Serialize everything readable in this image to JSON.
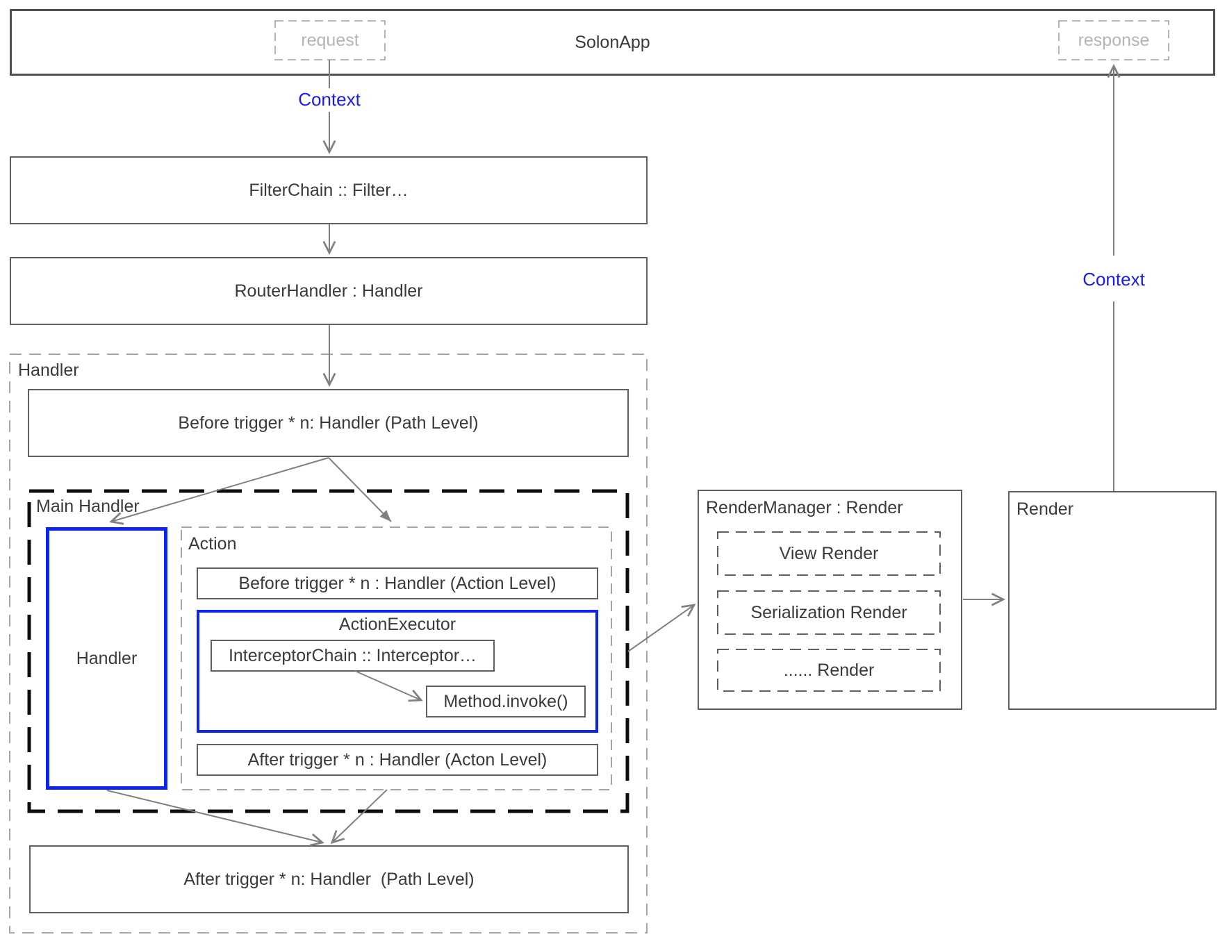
{
  "colors": {
    "bg": "#ffffff",
    "text": "#3a3a3a",
    "muted_text": "#b5b5b5",
    "box_border": "#5f5f5f",
    "bar_border": "#4f4f4f",
    "dash_gray": "#a6a6a6",
    "near_black": "#0d0d0d",
    "blue": "#0b24f0",
    "context_blue": "#1a1af0",
    "arrow_gray": "#808080"
  },
  "top_bar": {
    "title": "SolonApp",
    "request": "request",
    "response": "response"
  },
  "flow": {
    "context_in": "Context",
    "context_out": "Context"
  },
  "boxes": {
    "filter_chain": "FilterChain :: Filter…",
    "router_handler": "RouterHandler : Handler",
    "handler_container": "Handler",
    "before_path": "Before trigger * n: Handler (Path Level)",
    "main_handler": "Main Handler",
    "handler": "Handler",
    "action": "Action",
    "before_action": "Before trigger * n : Handler (Action Level)",
    "action_executor": "ActionExecutor",
    "interceptor_chain": "InterceptorChain :: Interceptor…",
    "method_invoke": "Method.invoke()",
    "after_action": "After trigger * n : Handler (Acton Level)",
    "after_path": "After trigger * n: Handler  (Path Level)"
  },
  "render_manager": {
    "title": "RenderManager : Render",
    "items": [
      "View Render",
      "Serialization Render",
      "...... Render"
    ]
  },
  "render": {
    "title": "Render"
  }
}
